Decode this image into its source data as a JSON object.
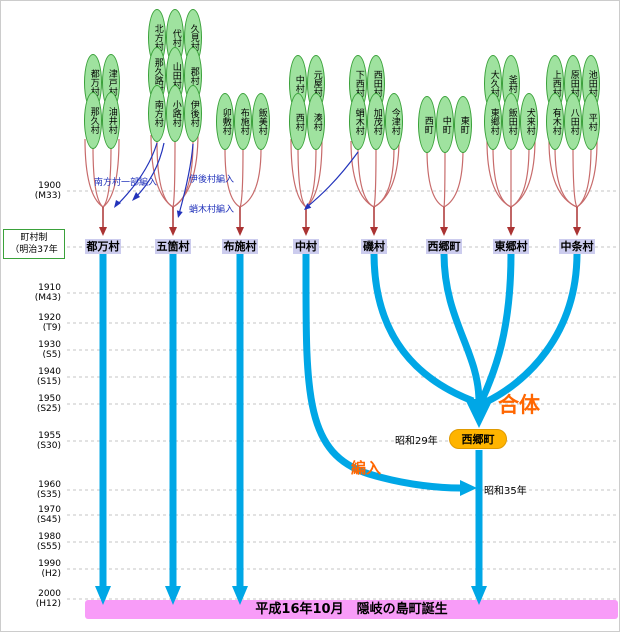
{
  "era_note": {
    "line1": "町村制",
    "line2": "（明治37年"
  },
  "timeline": [
    {
      "year": "1900",
      "era": "(M33)"
    },
    {
      "year": "1910",
      "era": "(M43)"
    },
    {
      "year": "1920",
      "era": "(T9)"
    },
    {
      "year": "1930",
      "era": "(S5)"
    },
    {
      "year": "1940",
      "era": "(S15)"
    },
    {
      "year": "1950",
      "era": "(S25)"
    },
    {
      "year": "1955",
      "era": "(S30)"
    },
    {
      "year": "1960",
      "era": "(S35)"
    },
    {
      "year": "1970",
      "era": "(S45)"
    },
    {
      "year": "1980",
      "era": "(S55)"
    },
    {
      "year": "1990",
      "era": "(H2)"
    },
    {
      "year": "2000",
      "era": "(H12)"
    }
  ],
  "municipalities_1904": [
    "都万村",
    "五箇村",
    "布施村",
    "中村",
    "磯村",
    "西郷町",
    "東郷村",
    "中条村"
  ],
  "village_groups": [
    {
      "target": "都万村",
      "villages": [
        "都万村",
        "津戸村",
        "那久村",
        "油井村"
      ]
    },
    {
      "target": "五箇村",
      "villages": [
        "北方村",
        "代村",
        "久見村",
        "那久路村",
        "山田村",
        "郡村",
        "南方村",
        "小路村",
        "伊後村"
      ]
    },
    {
      "target": "布施村",
      "villages": [
        "卯敷村",
        "布施村",
        "飯美村"
      ]
    },
    {
      "target": "中村",
      "villages": [
        "中村",
        "元屋村",
        "西村",
        "湊村"
      ]
    },
    {
      "target": "磯村",
      "villages": [
        "下西村",
        "西田村",
        "蛸木村",
        "加茂村",
        "今津村"
      ]
    },
    {
      "target": "西郷町",
      "villages": [
        "西町",
        "中町",
        "東町"
      ]
    },
    {
      "target": "東郷村",
      "villages": [
        "大久村",
        "釜村",
        "東郷村",
        "飯田村",
        "犬来村"
      ]
    },
    {
      "target": "中条村",
      "villages": [
        "上西村",
        "原田村",
        "池田村",
        "有木村",
        "八田村",
        "平村"
      ]
    }
  ],
  "annotations": {
    "minamikata_note": "南方村一部編入",
    "igo_note": "伊後村編入",
    "takugi_note": "蛸木村編入",
    "gattai_label": "合体",
    "hennyu_label": "編入",
    "showa29_label": "昭和29年",
    "showa35_label": "昭和35年",
    "saigo_1954_label": "西郷町"
  },
  "final_event": "平成16年10月　隠岐の島町誕生",
  "colors": {
    "flow_blue": "#00a7e6",
    "fan_red": "#c76b6b",
    "merge_arrow_red": "#aa3333",
    "annotation_blue": "#2233bb",
    "highlight_orange": "#ff6600",
    "oval_green": "#9fe29f",
    "oval_border_green": "#3aa13a",
    "municipality_lavender": "#ccccee",
    "saigo_gold": "#ffb400",
    "final_bar_pink": "#f89cf8"
  }
}
